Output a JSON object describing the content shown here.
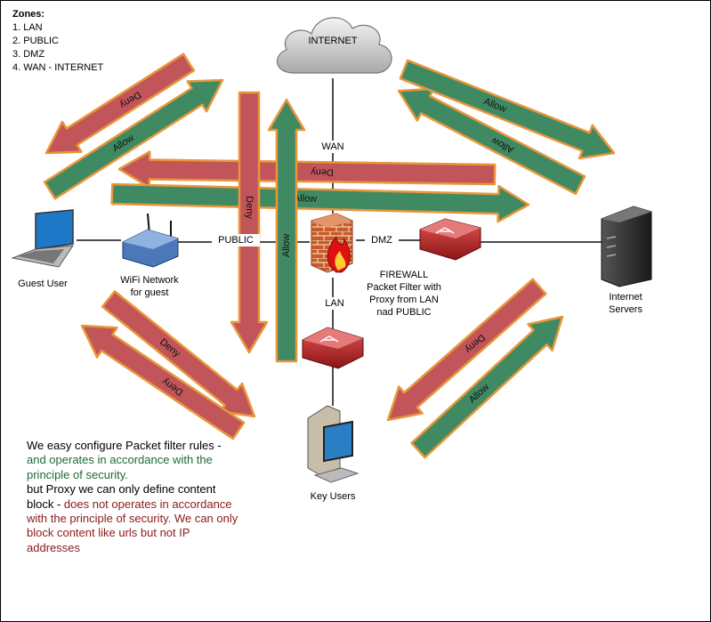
{
  "zones": {
    "title": "Zones:",
    "items": [
      "1. LAN",
      "2. PUBLIC",
      "3. DMZ",
      "4. WAN - INTERNET"
    ]
  },
  "nodes": {
    "internet": "INTERNET",
    "firewall": "FIREWALL\nPacket Filter with\nProxy from LAN\nnad PUBLIC",
    "guest_user": "Guest User",
    "wifi": "WiFi Network\nfor guest",
    "internet_servers": "Internet\nServers",
    "key_users": "Key Users"
  },
  "connections": {
    "wan": "WAN",
    "public": "PUBLIC",
    "dmz": "DMZ",
    "lan": "LAN"
  },
  "arrows": {
    "deny": "Deny",
    "allow": "Allow"
  },
  "colors": {
    "deny_fill": "#c1555a",
    "allow_fill": "#3f8a63",
    "arrow_outline": "#e8963a"
  },
  "note": {
    "p1_black": "We easy configure Packet filter rules - ",
    "p1_green": "and operates in accordance with the principle of security.",
    "p2_black": "but Proxy we can only define content block - ",
    "p2_red": "does not operates in accordance with the principle of security. We can only block content like urls but not IP addresses"
  }
}
